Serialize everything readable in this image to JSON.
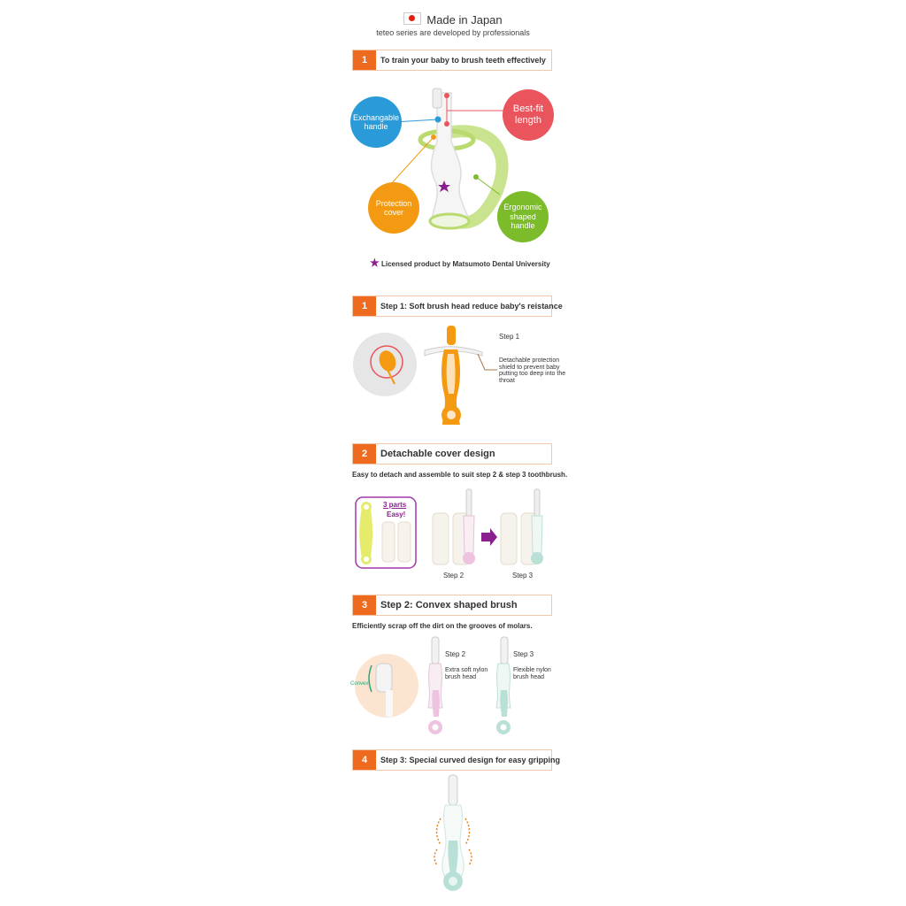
{
  "header": {
    "title": "Made in Japan",
    "subtitle": "teteo series are developed by professionals"
  },
  "section1": {
    "number": "1",
    "title": "To train  your baby to brush teeth effectively",
    "bubbles": {
      "exchangable": "Exchangable handle",
      "bestfit": "Best-fit length",
      "protection": "Protection cover",
      "ergonomic": "Ergonomic shaped handle"
    },
    "license": "Licensed product by Matsumoto Dental University"
  },
  "section2": {
    "number": "1",
    "title": "Step 1: Soft brush head reduce baby's reistance",
    "step_label": "Step 1",
    "note": "Detachable protection shield to prevent baby putting too deep into the throat"
  },
  "section3": {
    "number": "2",
    "title": "Detachable cover design",
    "description": "Easy to detach and assemble to suit step 2 & step 3 toothbrush.",
    "parts_label": "3 parts",
    "easy_label": "Easy!",
    "step2_label": "Step 2",
    "step3_label": "Step 3"
  },
  "section4": {
    "number": "3",
    "title": "Step 2: Convex shaped brush",
    "description": "Efficiently scrap off the dirt on the grooves of molars.",
    "convex_label": "Convex",
    "step2_label": "Step 2",
    "step2_note": "Extra soft nylon brush head",
    "step3_label": "Step 3",
    "step3_note": "Flexible nylon brush head"
  },
  "section5": {
    "number": "4",
    "title": "Step 3: Special curved design for easy gripping"
  },
  "colors": {
    "accent": "#ee6a1f",
    "blue": "#2a9ad8",
    "red": "#e9545d",
    "orange": "#f39a12",
    "green": "#7cbb2a",
    "purple": "#8a1f8e"
  }
}
